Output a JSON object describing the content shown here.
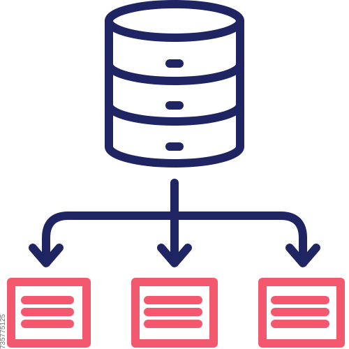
{
  "icon": {
    "name": "database-distribution-icon",
    "colors": {
      "database": "#1f2463",
      "arrows": "#1f2463",
      "documents": "#f2586e",
      "background": "#ffffff"
    },
    "parts": {
      "database_disks": 3,
      "arrow_count": 3,
      "document_count": 3,
      "lines_per_document": 3
    }
  },
  "stock_id": "735775125"
}
